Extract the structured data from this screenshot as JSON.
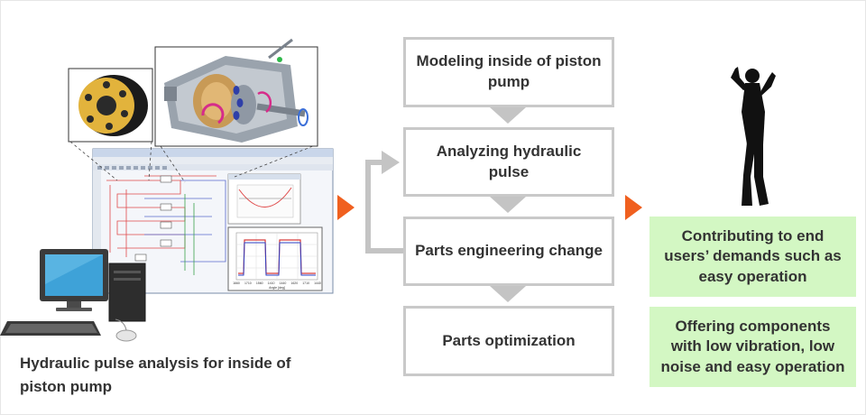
{
  "left_panel": {
    "caption": "Hydraulic pulse analysis for inside of piston pump",
    "graph_ticks": [
      "1660",
      "1710",
      "1560",
      "1410",
      "1440",
      "1620",
      "1710",
      "1440"
    ],
    "graph_axis_label": "Angle [deg]"
  },
  "flow": {
    "steps": [
      {
        "label": "Modeling inside of piston pump"
      },
      {
        "label": "Analyzing hydraulic pulse"
      },
      {
        "label": "Parts engineering change"
      },
      {
        "label": "Parts optimization"
      }
    ]
  },
  "results": [
    {
      "label": "Contributing to end users’ demands such as easy operation"
    },
    {
      "label": "Offering components with low vibration, low noise and easy operation"
    }
  ],
  "colors": {
    "arrow_orange": "#f0601f",
    "box_border": "#c9c9c9",
    "result_bg": "#d3f7c3",
    "connector_gray": "#c4c4c4"
  }
}
